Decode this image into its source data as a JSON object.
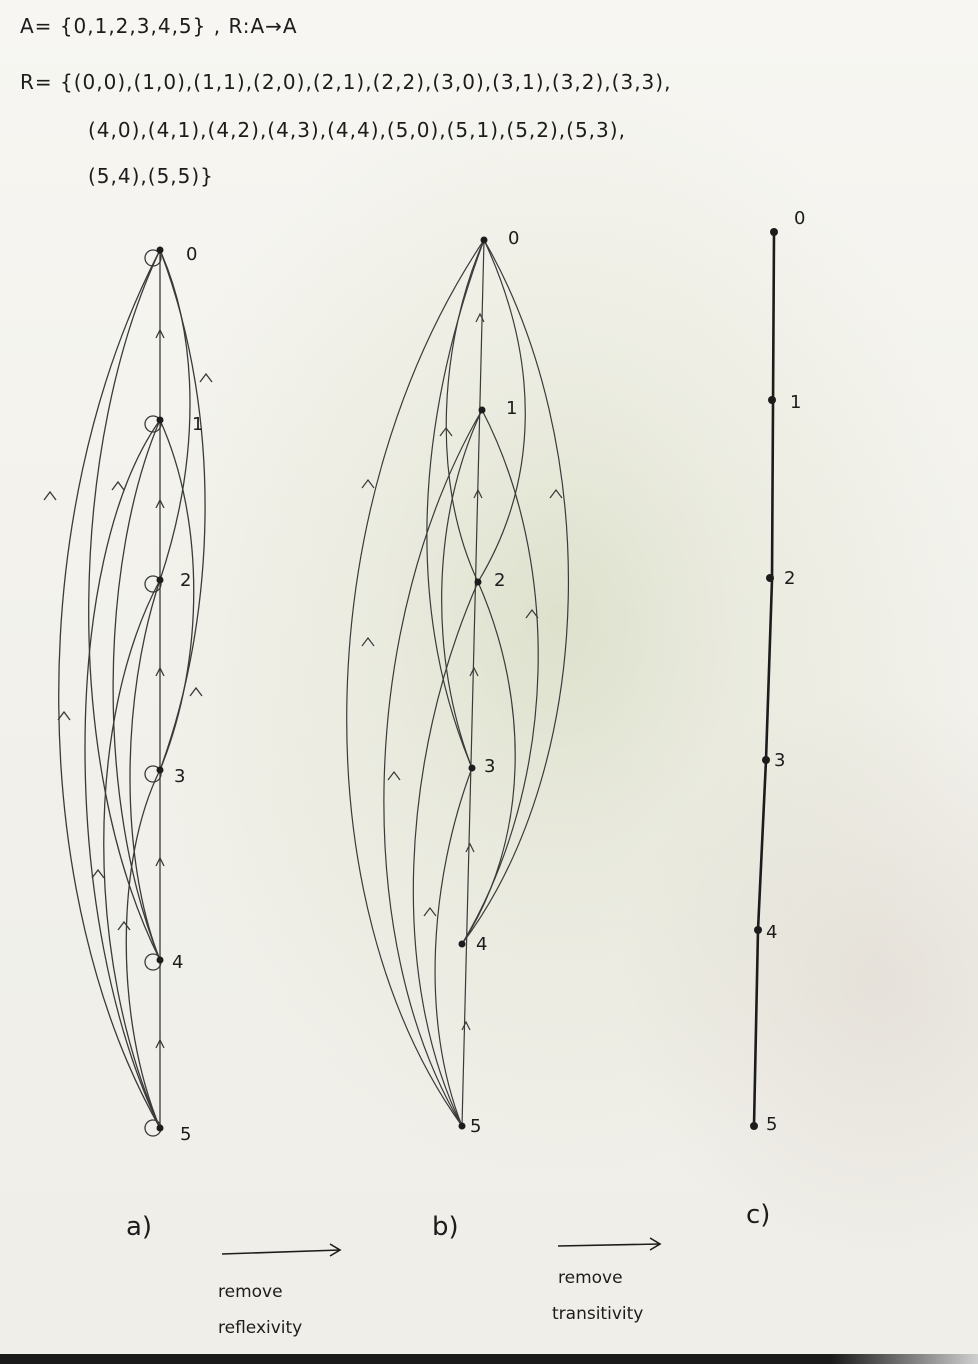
{
  "header": {
    "set_line": "A= {0,1,2,3,4,5} , R:A→A",
    "relation_line1": "R= {(0,0),(1,0),(1,1),(2,0),(2,1),(2,2),(3,0),(3,1),(3,2),(3,3),",
    "relation_line2": "(4,0),(4,1),(4,2),(4,3),(4,4),(5,0),(5,1),(5,2),(5,3),",
    "relation_line3": "(5,4),(5,5)}"
  },
  "diagram_a": {
    "caption": "a)",
    "node_labels": [
      "0",
      "1",
      "2",
      "3",
      "4",
      "5"
    ]
  },
  "diagram_b": {
    "caption": "b)",
    "node_labels": [
      "0",
      "1",
      "2",
      "3",
      "4",
      "5"
    ]
  },
  "diagram_c": {
    "caption": "c)",
    "node_labels": [
      "0",
      "1",
      "2",
      "3",
      "4",
      "5"
    ]
  },
  "transitions": [
    {
      "line1": "remove",
      "line2": "reflexivity"
    },
    {
      "line1": "remove",
      "line2": "transitivity"
    }
  ],
  "colors": {
    "ink": "#1c1c1c",
    "pencil": "#3a3a3a",
    "paper": "#f6f5f1"
  }
}
